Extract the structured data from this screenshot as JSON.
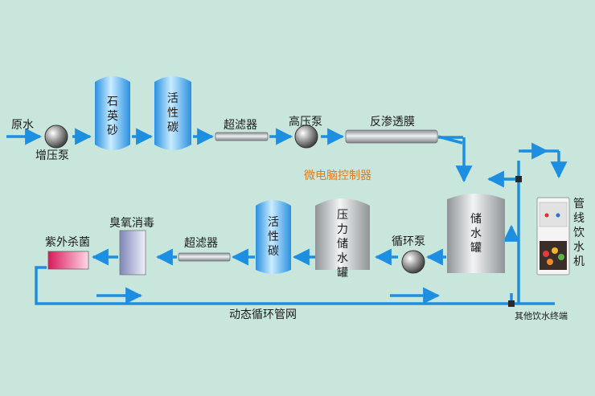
{
  "title": "微电脑控制器",
  "labels": {
    "raw_water": "原水",
    "booster_pump": "增压泵",
    "quartz_sand": "石英砂",
    "activated_carbon_1": "活性碳",
    "ultrafilter_1": "超滤器",
    "high_pressure_pump": "高压泵",
    "ro_membrane": "反渗透膜",
    "storage_tank": "储水罐",
    "pipeline_dispenser": "管线饮水机",
    "circulation_pump": "循环泵",
    "pressure_tank": "压力储水罐",
    "activated_carbon_2": "活性碳",
    "ultrafilter_2": "超滤器",
    "ozone": "臭氧消毒",
    "uv": "紫外杀菌",
    "loop_network": "动态循环管网",
    "other_terminals": "其他饮水终端"
  },
  "colors": {
    "background": "#c9e6dc",
    "pipe": "#1e8fe0",
    "controller_text": "#e07b1a"
  }
}
